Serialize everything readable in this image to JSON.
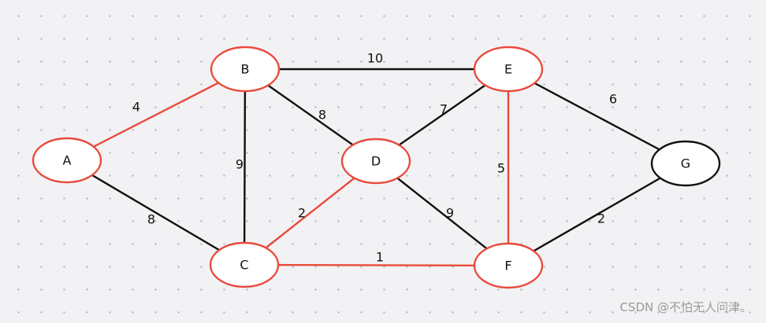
{
  "colors": {
    "highlight": "#e94a3b",
    "normal": "#111111"
  },
  "nodes": [
    {
      "id": "A",
      "label": "A",
      "highlight": true
    },
    {
      "id": "B",
      "label": "B",
      "highlight": true
    },
    {
      "id": "C",
      "label": "C",
      "highlight": true
    },
    {
      "id": "D",
      "label": "D",
      "highlight": true
    },
    {
      "id": "E",
      "label": "E",
      "highlight": true
    },
    {
      "id": "F",
      "label": "F",
      "highlight": true
    },
    {
      "id": "G",
      "label": "G",
      "highlight": false
    }
  ],
  "edges": [
    {
      "from": "A",
      "to": "B",
      "weight": "4",
      "highlight": true
    },
    {
      "from": "A",
      "to": "C",
      "weight": "8",
      "highlight": false
    },
    {
      "from": "B",
      "to": "E",
      "weight": "10",
      "highlight": false
    },
    {
      "from": "B",
      "to": "D",
      "weight": "8",
      "highlight": false
    },
    {
      "from": "B",
      "to": "C",
      "weight": "9",
      "highlight": false
    },
    {
      "from": "C",
      "to": "D",
      "weight": "2",
      "highlight": true
    },
    {
      "from": "C",
      "to": "F",
      "weight": "1",
      "highlight": true
    },
    {
      "from": "D",
      "to": "E",
      "weight": "7",
      "highlight": false
    },
    {
      "from": "D",
      "to": "F",
      "weight": "9",
      "highlight": false
    },
    {
      "from": "E",
      "to": "F",
      "weight": "5",
      "highlight": true
    },
    {
      "from": "E",
      "to": "G",
      "weight": "6",
      "highlight": false
    },
    {
      "from": "F",
      "to": "G",
      "weight": "2",
      "highlight": false
    }
  ],
  "watermark": "CSDN @不怕无人问津。"
}
